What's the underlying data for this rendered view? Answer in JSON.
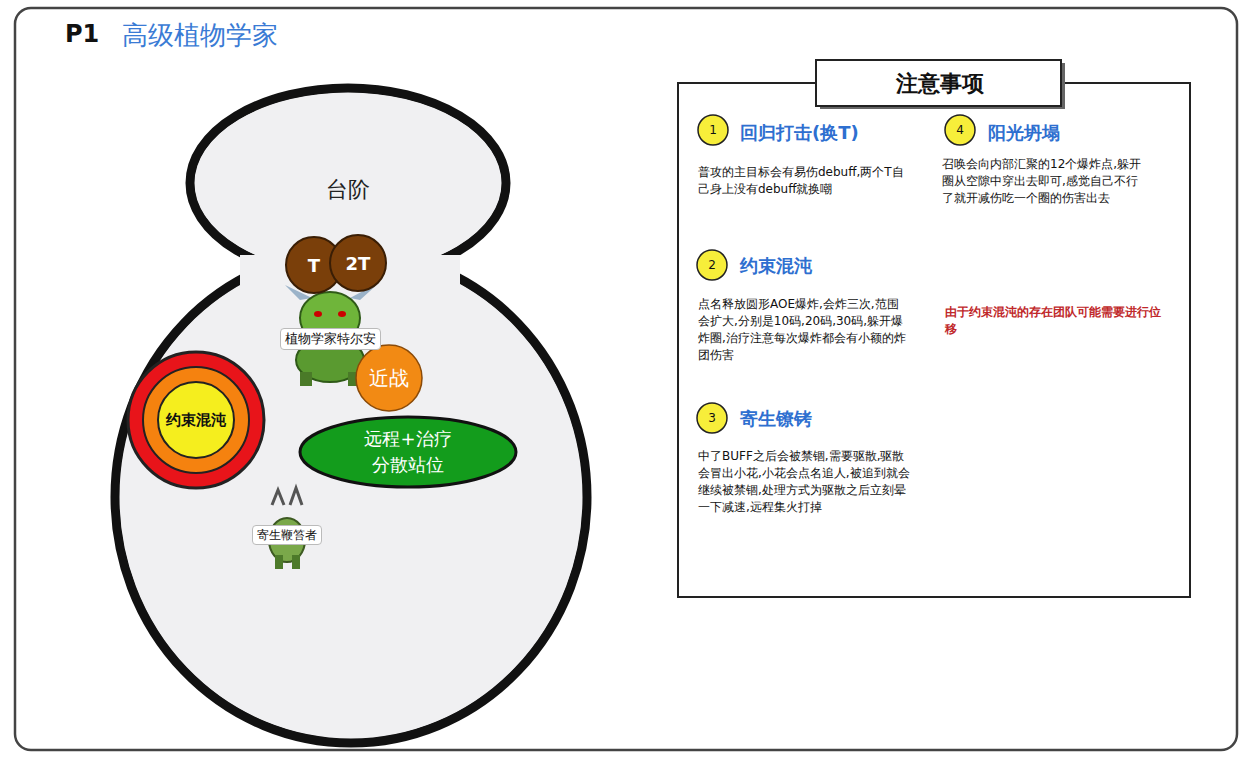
{
  "diagram": {
    "title": "高级植物学家",
    "nodes": [
      {
        "text": [
          "台阶"
        ]
      },
      {
        "text": [
          "T"
        ]
      },
      {
        "text": [
          "2T"
        ]
      },
      {
        "text": [
          "植物学家特尔安"
        ]
      },
      {
        "text": [
          "近战"
        ]
      },
      {
        "text": [
          "约束混沌"
        ]
      },
      {
        "text": [
          "远程+治疗 分散站位"
        ]
      },
      {
        "text": [
          "寄生鞭笞者"
        ]
      },
      {
        "text": [
          "注意事项"
        ]
      },
      {
        "text": [
          "1"
        ],
        "in": 8
      },
      {
        "text": [
          "4"
        ],
        "in": 8
      },
      {
        "text": [
          "2"
        ],
        "in": 8
      },
      {
        "text": [
          "3"
        ],
        "in": 8
      }
    ],
    "labels": [
      "P1",
      "回归打击(换T)",
      "普攻的主目标会有易伤debuff,两个T自己身上没有debuff就换嘲",
      "阳光坍塌",
      "召唤会向内部汇聚的12个爆炸点,躲开圈从空隙中穿出去即可,感觉自己不行了就开减伤吃一个圈的伤害出去",
      "约束混沌",
      "点名释放圆形AOE爆炸,会炸三次,范围会扩大,分别是10码,20码,30码,躲开爆炸圈,治疗注意每次爆炸都会有小额的炸团伤害",
      "由于约束混沌的存在团队可能需要进行位移",
      "寄生镣铐",
      "中了BUFF之后会被禁锢,需要驱散,驱散会冒出小花,小花会点名追人,被追到就会继续被禁锢,处理方式为驱散之后立刻晕一下减速,远程集火打掉"
    ]
  }
}
